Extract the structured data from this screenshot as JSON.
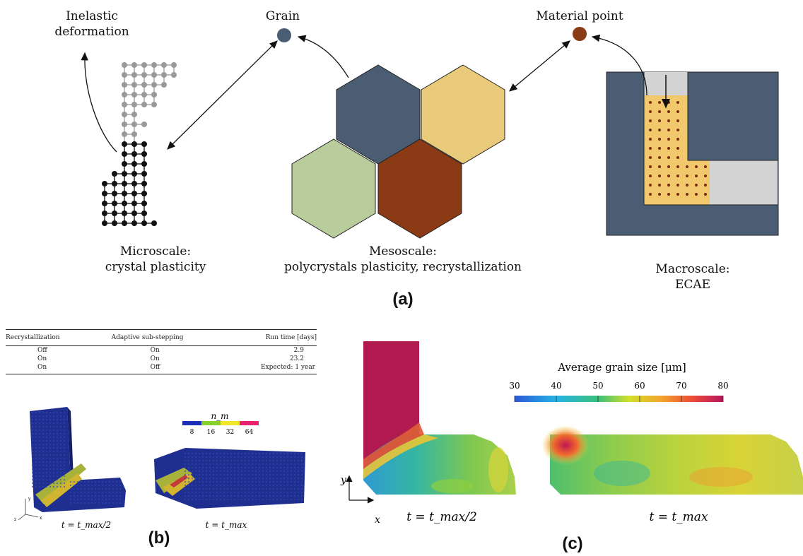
{
  "panel_a": {
    "labels": {
      "inelastic": "Inelastic\ndeformation",
      "grain": "Grain",
      "material_point": "Material point",
      "micro_line1": "Microscale:",
      "micro_line2": "crystal plasticity",
      "meso_line1": "Mesoscale:",
      "meso_line2": "polycrystals plasticity, recrystallization",
      "macro_line1": "Macroscale:",
      "macro_line2": "ECAE"
    },
    "panel_label": "(a)",
    "colors": {
      "grain_dark": "#4a5d72",
      "grain_yellow": "#e9c97a",
      "grain_green": "#b9cc9b",
      "grain_brown": "#8b3a16",
      "material_point": "#8b3a16",
      "die_dark": "#4a5d72",
      "die_light": "#d0d0d0",
      "material": "#f1c86b"
    }
  },
  "panel_b": {
    "table": {
      "headers": [
        "Recrystallization",
        "Adaptive sub-stepping",
        "Run time [days]"
      ],
      "rows": [
        [
          "Off",
          "On",
          "2.9"
        ],
        [
          "On",
          "On",
          "23.2"
        ],
        [
          "On",
          "Off",
          "Expected: 1 year"
        ]
      ]
    },
    "legend": {
      "title": "n_m",
      "ticks": [
        "8",
        "16",
        "32",
        "64"
      ],
      "colors": [
        "#1d2fb5",
        "#88d12c",
        "#f0e62a",
        "#e8226e"
      ]
    },
    "captions": [
      "t = t_max/2",
      "t = t_max"
    ],
    "axis_labels": [
      "y",
      "x",
      "z"
    ],
    "panel_label": "(b)"
  },
  "panel_c": {
    "colorbar": {
      "title": "Average grain size [μm]",
      "ticks": [
        "30",
        "40",
        "50",
        "60",
        "70",
        "80"
      ]
    },
    "captions": [
      "t = t_max/2",
      "t = t_max"
    ],
    "axis_labels": [
      "y",
      "x"
    ],
    "panel_label": "(c)"
  }
}
